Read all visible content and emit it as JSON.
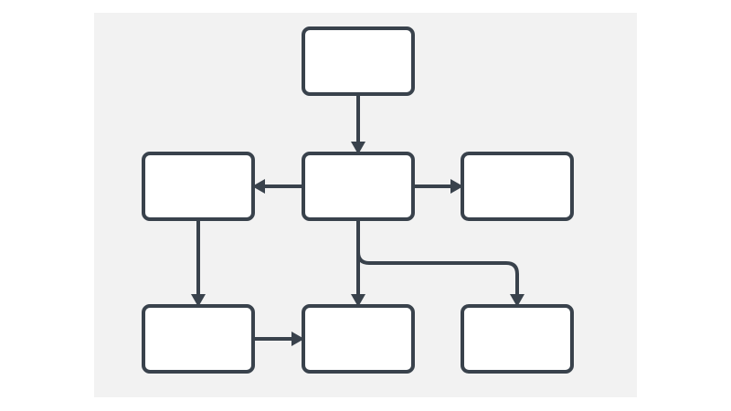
{
  "diagram": {
    "kind": "flowchart",
    "colors": {
      "panel_background": "#f2f2f2",
      "page_background": "#ffffff",
      "node_fill": "#ffffff",
      "line": "#39424c"
    },
    "nodes": [
      {
        "id": "top-center",
        "label": ""
      },
      {
        "id": "mid-left",
        "label": ""
      },
      {
        "id": "mid-center",
        "label": ""
      },
      {
        "id": "mid-right",
        "label": ""
      },
      {
        "id": "bottom-left",
        "label": ""
      },
      {
        "id": "bottom-center",
        "label": ""
      },
      {
        "id": "bottom-right",
        "label": ""
      }
    ],
    "edges": [
      {
        "from": "top-center",
        "to": "mid-center"
      },
      {
        "from": "mid-center",
        "to": "mid-left"
      },
      {
        "from": "mid-center",
        "to": "mid-right"
      },
      {
        "from": "mid-center",
        "to": "bottom-center"
      },
      {
        "from": "mid-center",
        "to": "bottom-right"
      },
      {
        "from": "mid-left",
        "to": "bottom-left"
      },
      {
        "from": "bottom-left",
        "to": "bottom-center"
      }
    ]
  }
}
